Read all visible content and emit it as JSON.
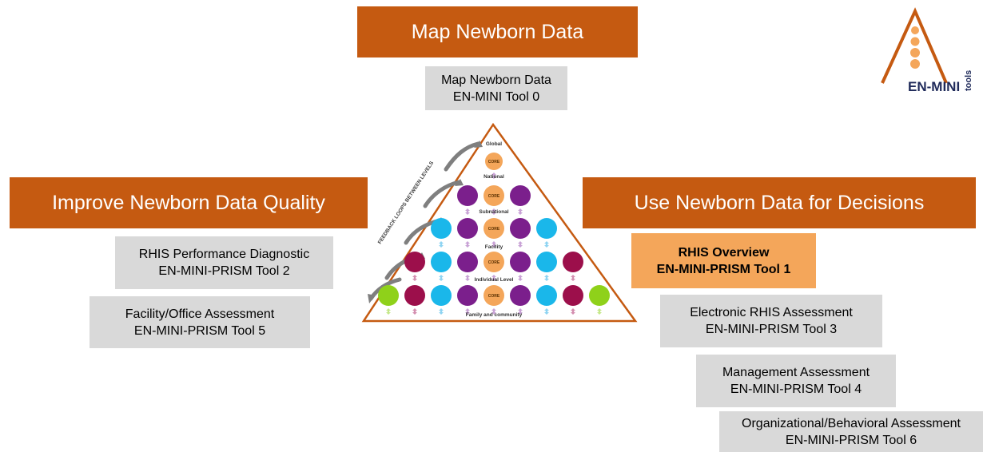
{
  "logo": {
    "brand": "EN-MINI",
    "suffix": "tools"
  },
  "center": {
    "banner": "Map Newborn Data",
    "tool": {
      "line1": "Map Newborn Data",
      "line2": "EN-MINI Tool 0"
    }
  },
  "left": {
    "banner": "Improve Newborn Data Quality",
    "tools": [
      {
        "line1": "RHIS Performance Diagnostic",
        "line2": "EN-MINI-PRISM Tool 2"
      },
      {
        "line1": "Facility/Office Assessment",
        "line2": "EN-MINI-PRISM Tool 5"
      }
    ]
  },
  "right": {
    "banner": "Use Newborn Data for Decisions",
    "tools": [
      {
        "line1": "RHIS Overview",
        "line2": "EN-MINI-PRISM Tool 1"
      },
      {
        "line1": "Electronic RHIS Assessment",
        "line2": "EN-MINI-PRISM Tool 3"
      },
      {
        "line1": "Management Assessment",
        "line2": "EN-MINI-PRISM Tool 4"
      },
      {
        "line1": "Organizational/Behavioral Assessment",
        "line2": "EN-MINI-PRISM Tool 6"
      }
    ]
  },
  "pyramid": {
    "feedback_label": "FEEDBACK LOOPS BETWEEN LEVELS",
    "core_label": "CORE",
    "levels": [
      "Global",
      "National",
      "Subnational",
      "Facility",
      "Individual Level",
      "Family and community"
    ]
  },
  "colors": {
    "banner": "#c55a11",
    "tool_box": "#d9d9d9",
    "highlight_box": "#f4a65a",
    "core": "#f4a65a",
    "purple": "#7b1f8c",
    "cyan": "#1ab7ea",
    "maroon": "#9c0f4b",
    "green": "#8fd11a"
  }
}
